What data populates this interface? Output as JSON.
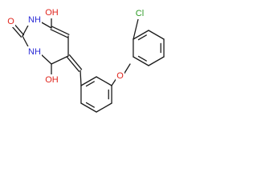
{
  "structure": {
    "atom_labels": {
      "o_top": "O",
      "oh_top": "OH",
      "nh_upper": "NH",
      "nh_lower": "NH",
      "oh_bottom": "OH",
      "o_ether": "O",
      "cl": "Cl"
    },
    "colors": {
      "bond": "#1a1a1a",
      "oxygen": "#e0241c",
      "nitrogen": "#2b2bd6",
      "chlorine": "#2c9a24"
    }
  }
}
